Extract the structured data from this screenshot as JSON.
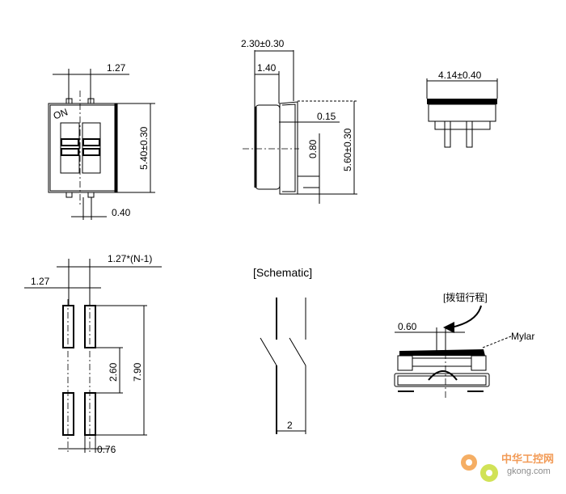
{
  "top_view": {
    "pitch": "1.27",
    "height": "5.40±0.30",
    "pin_width": "0.40",
    "marking": "ON"
  },
  "side_view": {
    "depth": "2.30±0.30",
    "body_depth": "1.40",
    "frame": "0.15",
    "height": "5.60±0.30",
    "pin": "0.80"
  },
  "end_view": {
    "width": "4.14±0.40"
  },
  "footprint": {
    "pitch_total": "1.27*(N-1)",
    "pitch": "1.27",
    "length": "7.90",
    "gap": "2.60",
    "pad_width": "0.76"
  },
  "schematic": {
    "title": "[Schematic]",
    "pitch": "2"
  },
  "section": {
    "travel_label": "[拨钮行程]",
    "travel": "0.60",
    "mylar": "Mylar"
  },
  "watermark": {
    "cn": "中华工控网",
    "url": "gkong.com"
  }
}
